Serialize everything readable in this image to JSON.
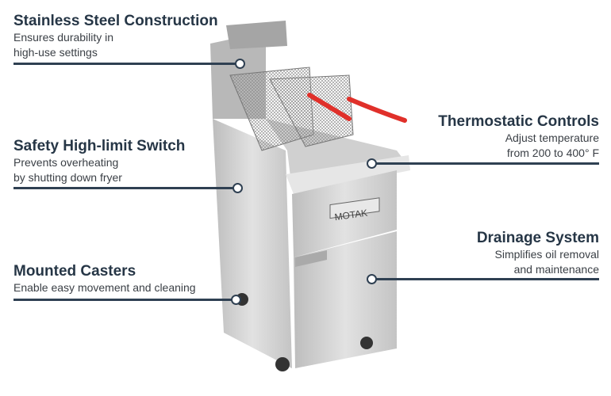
{
  "callouts": [
    {
      "title": "Stainless Steel Construction",
      "lines": [
        "Ensures durability in",
        "high-use settings"
      ]
    },
    {
      "title": "Safety High-limit Switch",
      "lines": [
        "Prevents overheating",
        "by shutting down fryer"
      ]
    },
    {
      "title": "Mounted Casters",
      "lines": [
        "Enable easy movement and cleaning"
      ]
    },
    {
      "title": "Thermostatic Controls",
      "lines": [
        "Adjust temperature",
        "from 200 to 400° F"
      ]
    },
    {
      "title": "Drainage System",
      "lines": [
        "Simplifies oil removal",
        "and maintenance"
      ]
    }
  ],
  "product": {
    "brand_logo": "MOTAK"
  },
  "colors": {
    "text": "#263646",
    "line": "#2f4052",
    "handle": "#e0302a",
    "steel": "#c9c9c9"
  }
}
